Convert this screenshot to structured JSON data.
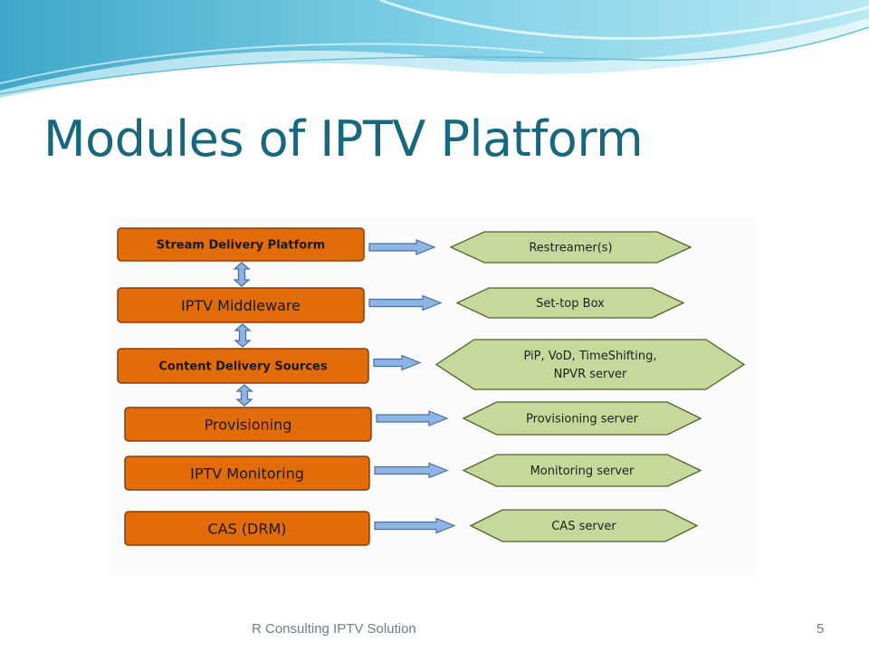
{
  "slide": {
    "title": "Modules of IPTV Platform",
    "footer": "R Consulting IPTV Solution",
    "page_number": "5"
  },
  "colors": {
    "title": "#17677f",
    "module_fill": "#e36c0a",
    "server_fill": "#c5d99b",
    "arrow_fill": "#8eb4e3",
    "arrow_stroke": "#4a6fa5"
  },
  "modules": [
    {
      "label": "Stream Delivery Platform"
    },
    {
      "label": "IPTV Middleware"
    },
    {
      "label": "Content Delivery Sources"
    },
    {
      "label": "Provisioning"
    },
    {
      "label": "IPTV Monitoring"
    },
    {
      "label": "CAS (DRM)"
    }
  ],
  "servers": [
    {
      "lines": [
        "Restreamer(s)"
      ]
    },
    {
      "lines": [
        "Set-top Box"
      ]
    },
    {
      "lines": [
        "PiP, VoD, TimeShifting,",
        "NPVR server"
      ]
    },
    {
      "lines": [
        "Provisioning server"
      ]
    },
    {
      "lines": [
        "Monitoring server"
      ]
    },
    {
      "lines": [
        "CAS server"
      ]
    }
  ]
}
